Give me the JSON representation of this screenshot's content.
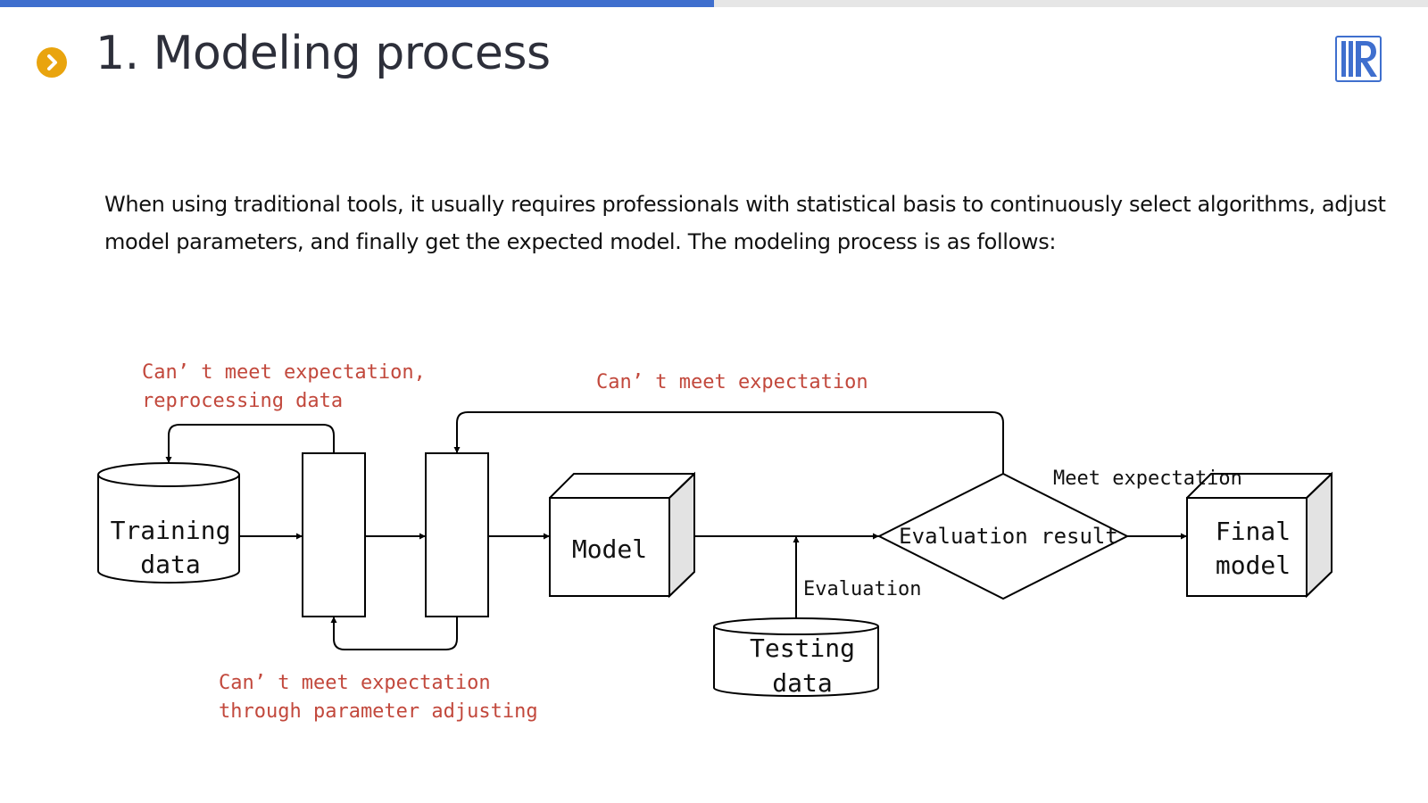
{
  "header": {
    "progress_fraction": 0.5,
    "title": "1. Modeling process",
    "bullet_icon": "chevron-right-icon",
    "logo_icon": "brand-logo-icon",
    "accent_color": "#e9a40e",
    "progress_color": "#3f6fce"
  },
  "intro": {
    "line1": "When using traditional tools, it usually requires professionals with statistical basis to continuously select algorithms, adjust",
    "line2": "model parameters, and finally get the expected model. The modeling process is as follows:"
  },
  "diagram": {
    "training_data": [
      "Training",
      "data"
    ],
    "model": "Model",
    "evaluation_result": "Evaluation result",
    "final_model": [
      "Final",
      "model"
    ],
    "testing_data": [
      "Testing",
      "data"
    ],
    "evaluation": "Evaluation",
    "meet_expectation": "Meet expectation",
    "loop_reprocess": [
      "Can’ t meet expectation,",
      "reprocessing data"
    ],
    "loop_parameter": [
      "Can’ t meet expectation",
      "through parameter adjusting"
    ],
    "loop_top": "Can’ t meet expectation",
    "annotation_color": "#c2483c"
  }
}
